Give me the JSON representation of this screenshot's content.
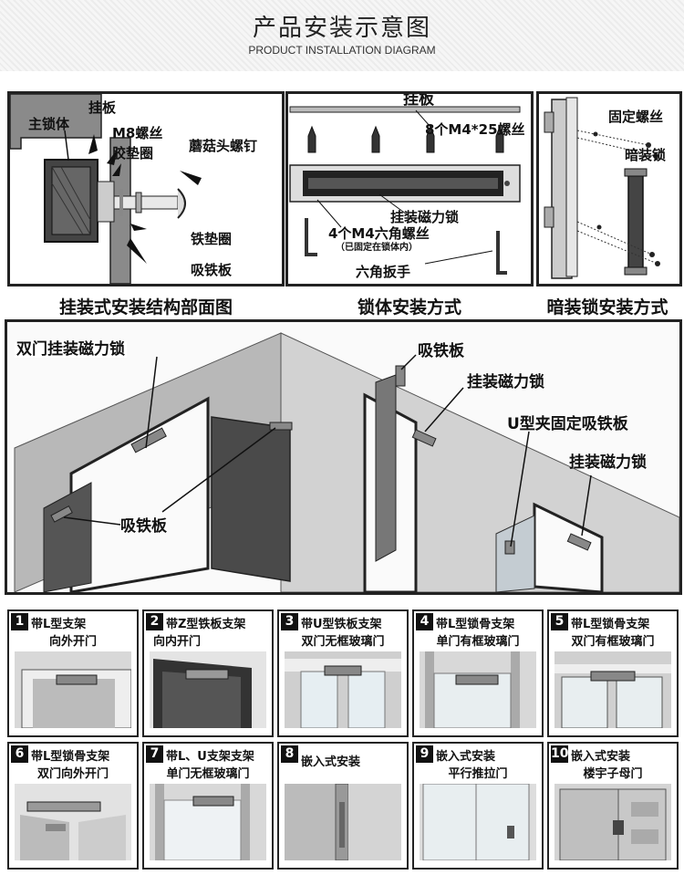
{
  "header": {
    "title": "产品安装示意图",
    "subtitle": "PRODUCT INSTALLATION DIAGRAM"
  },
  "panel1": {
    "caption": "挂装式安装结构部面图",
    "labels": {
      "main_body": "主锁体",
      "hang_plate": "挂板",
      "m8_screw": "M8螺丝",
      "rubber_washer": "胶垫圈",
      "mushroom_screw": "蘑菇头螺钉",
      "iron_washer": "铁垫圈",
      "armature": "吸铁板"
    }
  },
  "panel2": {
    "caption": "锁体安装方式",
    "labels": {
      "hang_plate": "挂板",
      "screws_8": "8个M4*25螺丝",
      "mag_lock": "挂装磁力锁",
      "hex_screws": "4个M4六角螺丝",
      "hex_note": "（已固定在锁体内）",
      "hex_wrench": "六角扳手"
    }
  },
  "panel3": {
    "caption": "暗装锁安装方式",
    "labels": {
      "fix_screw": "固定螺丝",
      "hidden_lock": "暗装锁"
    }
  },
  "scene": {
    "labels": {
      "double_door_lock": "双门挂装磁力锁",
      "armature_left": "吸铁板",
      "armature_top": "吸铁板",
      "mag_lock_1": "挂装磁力锁",
      "u_clamp": "U型夹固定吸铁板",
      "mag_lock_2": "挂装磁力锁"
    }
  },
  "tiles": [
    {
      "num": "1",
      "line1": "带L型支架",
      "line2": "向外开门"
    },
    {
      "num": "2",
      "line1": "带Z型铁板支架",
      "line2": "向内开门"
    },
    {
      "num": "3",
      "line1": "带U型铁板支架",
      "line2": "双门无框玻璃门"
    },
    {
      "num": "4",
      "line1": "带L型锁骨支架",
      "line2": "单门有框玻璃门"
    },
    {
      "num": "5",
      "line1": "带L型锁骨支架",
      "line2": "双门有框玻璃门"
    },
    {
      "num": "6",
      "line1": "带L型锁骨支架",
      "line2": "双门向外开门"
    },
    {
      "num": "7",
      "line1": "带L、U支架支架",
      "line2": "单门无框玻璃门"
    },
    {
      "num": "8",
      "line1": "嵌入式安装",
      "line2": ""
    },
    {
      "num": "9",
      "line1": "嵌入式安装",
      "line2": "平行推拉门"
    },
    {
      "num": "10",
      "line1": "嵌入式安装",
      "line2": "楼宇子母门"
    }
  ]
}
